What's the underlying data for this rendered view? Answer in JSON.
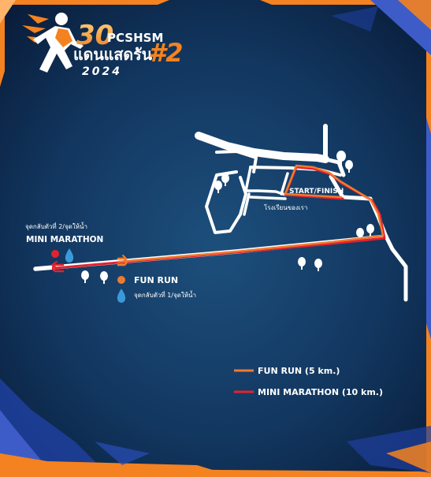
{
  "logo": {
    "number": "30",
    "org": "PCSHSM",
    "event_name_th": "แดนแสดรัน",
    "edition": "#2",
    "year": "2024"
  },
  "map": {
    "start_finish": "START/FINISH",
    "school": "โรงเรียนของเรา",
    "mini_turn": "จุดกลับตัวที่ 2/จุดให้น้ำ",
    "mini_label": "MINI MARATHON",
    "fun_label": "FUN RUN",
    "fun_turn": "จุดกลับตัวที่ 1/จุดให้น้ำ"
  },
  "legend": {
    "fun_run": "FUN RUN (5 km.)",
    "mini_marathon": "MINI MARATHON (10 km.)"
  },
  "colors": {
    "background": "#0f2c52",
    "fun_run": "#f07a2e",
    "mini_marathon": "#e2232e",
    "water": "#3a9ad9",
    "road": "#ffffff",
    "frame_orange": "#f58220",
    "frame_blue": "#3d5cc8"
  }
}
